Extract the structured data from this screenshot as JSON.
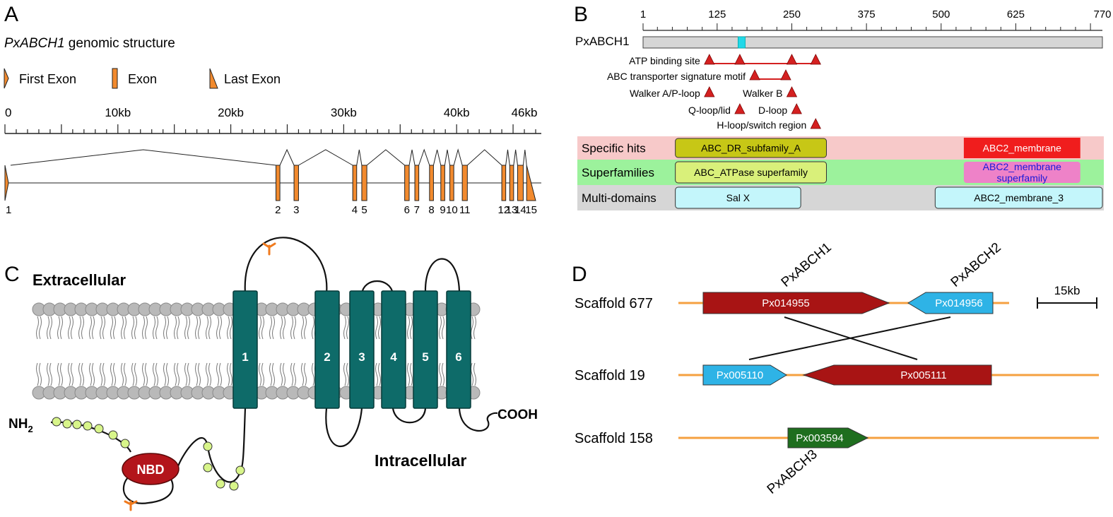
{
  "colors": {
    "exon_orange": "#f28a2e",
    "atp_red": "#d42020",
    "specific_band": "#f7c9c9",
    "super_band": "#9cf29c",
    "multi_band": "#d6d6d6",
    "abc_dr_box": "#c7c716",
    "abc_atpase_box": "#d9f07a",
    "abc2_membrane_box": "#f01d1d",
    "abc2_super_box": "#ee82c8",
    "multi_box": "#c4f6fb",
    "helix_teal": "#0e6b69",
    "lipid_gray": "#b9b9b9",
    "nbd_red": "#b3151b",
    "bead_green": "#d8f58a",
    "glyco_orange": "#f07a1e",
    "scaffold_line": "#f5a040",
    "gene_red": "#a81414",
    "gene_blue": "#2eb3e6",
    "gene_green": "#1e6e1e"
  },
  "panelA": {
    "letter": "A",
    "title_italic": "PxABCH1",
    "title_rest": " genomic structure",
    "legend": {
      "first": "First Exon",
      "exon": "Exon",
      "last": "Last Exon"
    },
    "scale": {
      "max_kb": 47.5,
      "labels": [
        {
          "kb": 0,
          "text": "0"
        },
        {
          "kb": 10,
          "text": "10kb"
        },
        {
          "kb": 20,
          "text": "20kb"
        },
        {
          "kb": 30,
          "text": "30kb"
        },
        {
          "kb": 40,
          "text": "40kb"
        },
        {
          "kb": 46,
          "text": "46kb"
        }
      ]
    },
    "exons": [
      {
        "n": "1",
        "kb": 0.0,
        "w": 0.5
      },
      {
        "n": "2",
        "kb": 24.0,
        "w": 0.35
      },
      {
        "n": "3",
        "kb": 25.6,
        "w": 0.4
      },
      {
        "n": "4",
        "kb": 30.8,
        "w": 0.35
      },
      {
        "n": "5",
        "kb": 31.6,
        "w": 0.45
      },
      {
        "n": "6",
        "kb": 35.4,
        "w": 0.4
      },
      {
        "n": "7",
        "kb": 36.3,
        "w": 0.35
      },
      {
        "n": "8",
        "kb": 37.6,
        "w": 0.35
      },
      {
        "n": "9",
        "kb": 38.6,
        "w": 0.35
      },
      {
        "n": "10",
        "kb": 39.4,
        "w": 0.35
      },
      {
        "n": "11",
        "kb": 40.5,
        "w": 0.45
      },
      {
        "n": "12",
        "kb": 44.0,
        "w": 0.35
      },
      {
        "n": "13",
        "kb": 44.7,
        "w": 0.35
      },
      {
        "n": "14",
        "kb": 45.4,
        "w": 0.5
      },
      {
        "n": "15",
        "kb": 46.2,
        "w": 0.8
      }
    ]
  },
  "panelB": {
    "letter": "B",
    "protein": "PxABCH1",
    "ruler": {
      "max": 770,
      "labels": [
        1,
        125,
        250,
        375,
        500,
        625,
        770
      ]
    },
    "highlight_aa": [
      160,
      172
    ],
    "features": [
      {
        "label": "ATP binding site",
        "sites": [
          112,
          163,
          250,
          290
        ],
        "connect": true
      },
      {
        "label": "ABC transporter signature motif",
        "sites": [
          188,
          240
        ],
        "connect": true
      },
      {
        "label": "Walker A/P-loop",
        "sites": [
          112
        ]
      },
      {
        "label": "Walker B",
        "sites": [
          250
        ]
      },
      {
        "label": "Q-loop/lid",
        "sites": [
          163
        ]
      },
      {
        "label": "D-loop",
        "sites": [
          258
        ]
      },
      {
        "label": "H-loop/switch region",
        "sites": [
          290
        ]
      }
    ],
    "rows": [
      {
        "label": "Specific hits",
        "boxes": [
          {
            "text": "ABC_DR_subfamily_A",
            "start": 55,
            "end": 308
          },
          {
            "text": "ABC2_membrane",
            "start": 538,
            "end": 733
          }
        ]
      },
      {
        "label": "Superfamilies",
        "boxes": [
          {
            "text": "ABC_ATPase superfamily",
            "start": 55,
            "end": 308
          },
          {
            "text": "ABC2_membrane",
            "text2": "superfamily",
            "start": 538,
            "end": 733
          }
        ]
      },
      {
        "label": "Multi-domains",
        "boxes": [
          {
            "text": "Sal X",
            "start": 55,
            "end": 265
          },
          {
            "text": "ABC2_membrane_3",
            "start": 490,
            "end": 770
          }
        ]
      }
    ]
  },
  "panelC": {
    "letter": "C",
    "extracellular": "Extracellular",
    "intracellular": "Intracellular",
    "nh2": "NH",
    "nh2_sub": "2",
    "cooh": "COOH",
    "nbd": "NBD",
    "helices": [
      "1",
      "2",
      "3",
      "4",
      "5",
      "6"
    ]
  },
  "panelD": {
    "letter": "D",
    "scale_label": "15kb",
    "scaffolds": [
      {
        "name": "Scaffold 677",
        "genes": [
          {
            "id": "Px014955",
            "dir": "right",
            "color": "red"
          },
          {
            "id": "Px014956",
            "dir": "left",
            "color": "blue"
          }
        ]
      },
      {
        "name": "Scaffold 19",
        "genes": [
          {
            "id": "Px005110",
            "dir": "right",
            "color": "blue"
          },
          {
            "id": "Px005111",
            "dir": "left",
            "color": "red"
          }
        ]
      },
      {
        "name": "Scaffold 158",
        "genes": [
          {
            "id": "Px003594",
            "dir": "right",
            "color": "green"
          }
        ]
      }
    ],
    "gene_labels": [
      "PxABCH1",
      "PxABCH2",
      "PxABCH3"
    ]
  }
}
